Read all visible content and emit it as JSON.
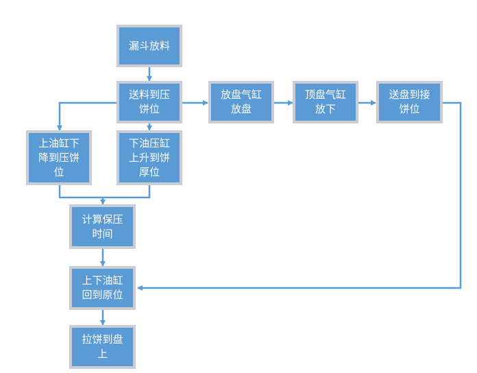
{
  "diagram": {
    "accent_color": "#5b9bd5",
    "border_color": "#c9ced6",
    "nodes": {
      "hopper_feed": "漏斗放料",
      "feed_to_press": "送料到压\n饼位",
      "release_tray": "放盘气缸\n放盘",
      "lift_tray": "顶盘气缸\n放下",
      "send_tray": "送盘到接\n饼位",
      "upper_cylinder_down": "上油缸下\n降到压饼\n位",
      "lower_cylinder_up": "下油压缸\n上升到饼\n厚位",
      "compute_hold": "计算保压\n时间",
      "cylinders_return": "上下油缸\n回到原位",
      "pull_cake": "拉饼到盘\n上"
    }
  }
}
